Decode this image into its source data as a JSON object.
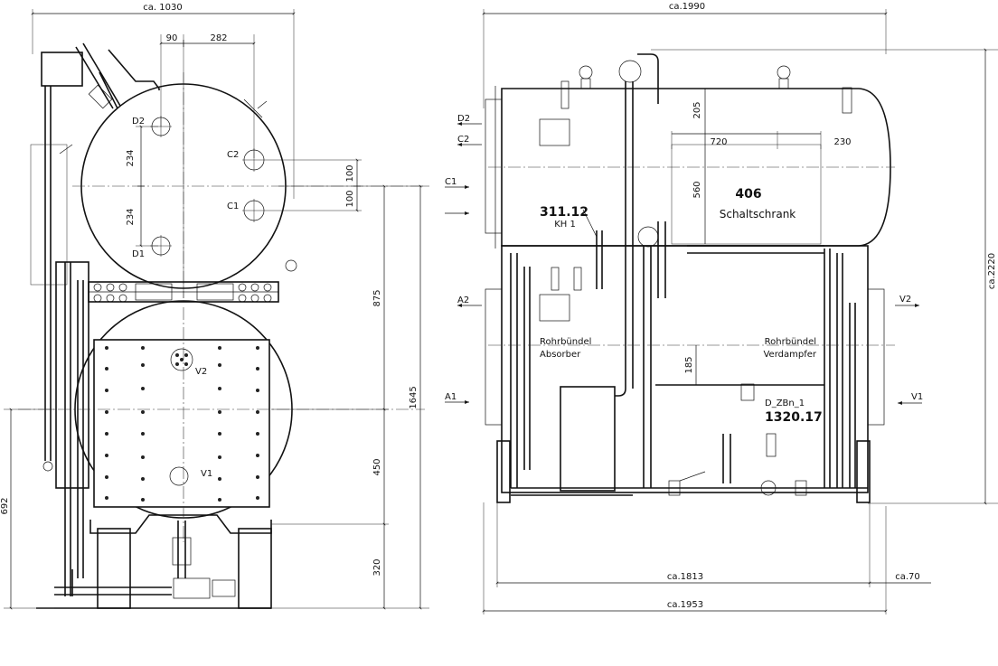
{
  "left_view": {
    "dim_width": "ca. 1030",
    "dim_offset": "90",
    "dim_offset2": "282",
    "dim_234_top": "234",
    "dim_234_bottom": "234",
    "dim_100_a": "100",
    "dim_100_b": "100",
    "dim_875": "875",
    "dim_1645": "1645",
    "dim_450": "450",
    "dim_320": "320",
    "dim_692": "692",
    "label_d2": "D2",
    "label_d1": "D1",
    "label_c2": "C2",
    "label_c1": "C1",
    "label_v2": "V2",
    "label_v1": "V1"
  },
  "right_view": {
    "dim_width": "ca.1990",
    "dim_height": "ca.2220",
    "dim_1813": "ca.1813",
    "dim_70": "ca.70",
    "dim_1953": "ca.1953",
    "dim_205": "205",
    "dim_720": "720",
    "dim_230": "230",
    "dim_560": "560",
    "dim_185": "185",
    "code_406": "406",
    "label_cabinet": "Schaltschrank",
    "code_31112": "311.12",
    "label_kh1": "KH 1",
    "code_132017": "1320.17",
    "label_dzbn": "D_ZBn_1",
    "label_bundle_abs_1": "Rohrbündel",
    "label_bundle_abs_2": "Absorber",
    "label_bundle_ev_1": "Rohrbündel",
    "label_bundle_ev_2": "Verdampfer",
    "label_d2": "D2",
    "label_c2": "C2",
    "label_c1": "C1",
    "label_a2": "A2",
    "label_a1": "A1",
    "label_v2": "V2",
    "label_v1": "V1"
  }
}
